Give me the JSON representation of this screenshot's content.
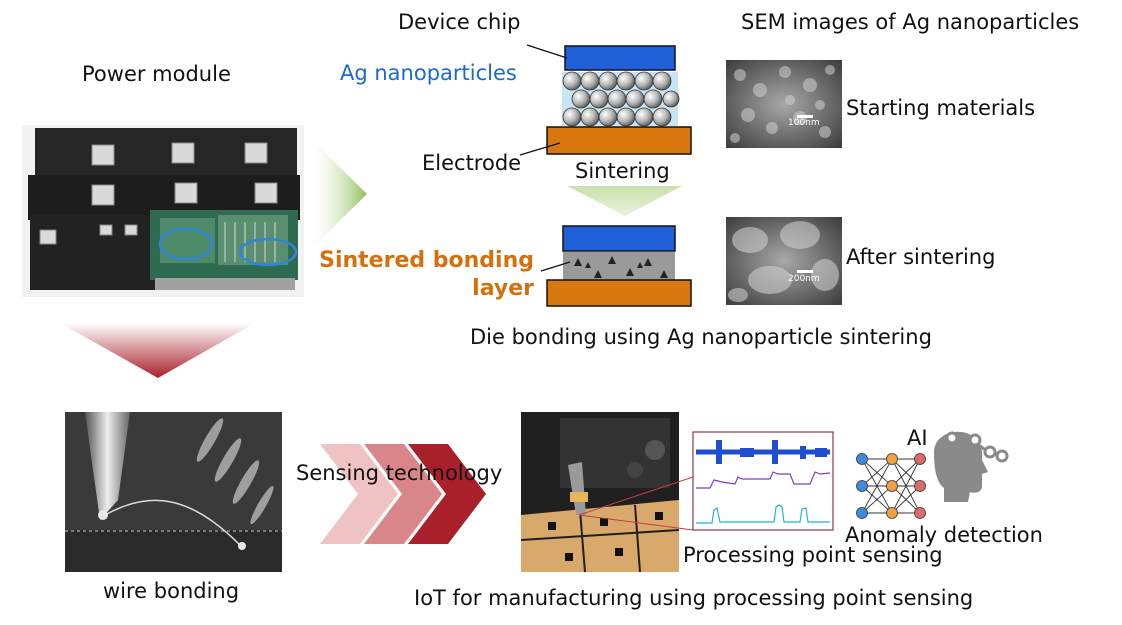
{
  "labels": {
    "power_module": "Power module",
    "device_chip": "Device chip",
    "ag_nanoparticles": "Ag nanoparticles",
    "electrode": "Electrode",
    "sintering": "Sintering",
    "sintered_line1": "Sintered bonding",
    "sintered_line2": "layer",
    "die_bonding_caption": "Die bonding using Ag nanoparticle sintering",
    "sem_title": "SEM images of Ag nanoparticles",
    "starting_materials": "Starting materials",
    "after_sintering": "After sintering",
    "scale_100": "100nm",
    "scale_200": "200nm",
    "wire_bonding": "wire bonding",
    "sensing_technology": "Sensing technology",
    "ai": "AI",
    "anomaly_detection": "Anomaly detection",
    "processing_point_sensing": "Processing point sensing",
    "iot_caption": "IoT for manufacturing using processing point sensing"
  },
  "colors": {
    "chip_blue": "#1f5fd8",
    "electrode_orange": "#d9770f",
    "ag_label_blue": "#1a6ad2",
    "sintered_label_orange": "#d4710f",
    "green_arrow": "#8fbf5a",
    "red_arrow": "#a8202a",
    "signal_blue": "#1f4fd0",
    "signal_purple": "#7a3dbf",
    "signal_cyan": "#22b3d6",
    "node_blue": "#3d8be0",
    "node_orange": "#f0a040",
    "node_red": "#e06a6a"
  },
  "icons": [
    "ai-head-icon",
    "neural-network-icon"
  ]
}
